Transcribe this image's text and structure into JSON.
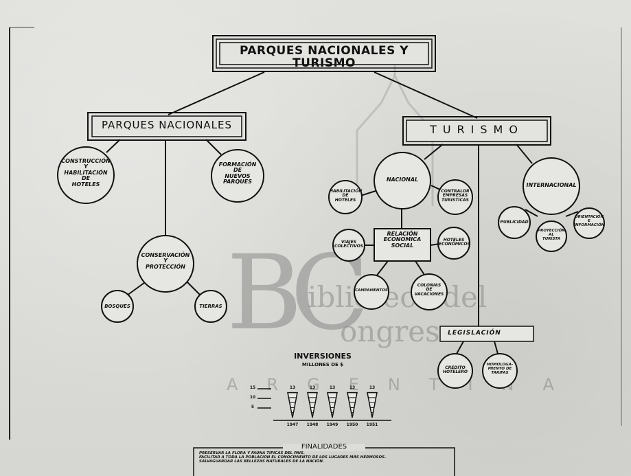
{
  "title": "PARQUES NACIONALES Y TURISMO",
  "parques": {
    "label": "PARQUES NACIONALES",
    "construccion": [
      "CONSTRUCCIÓN",
      "Y",
      "HABILITACIÓN",
      "DE",
      "HOTELES"
    ],
    "formacion": [
      "FORMACIÓN",
      "DE",
      "NUEVOS",
      "PARQUES"
    ],
    "conservacion": [
      "CONSERVACIÓN",
      "Y",
      "PROTECCIÓN"
    ],
    "bosques": "BOSQUES",
    "tierras": "TIERRAS"
  },
  "turismo": {
    "label": "TURISMO",
    "nacional": "NACIONAL",
    "internacional": "INTERNACIONAL",
    "habilitacion": [
      "HABILITACIÓN",
      "DE",
      "HOTELES"
    ],
    "contralor": [
      "CONTRALOR",
      "EMPRESAS",
      "TURISTICAS"
    ],
    "relacion": [
      "RELACIÓN",
      "ECONOMICA",
      "SOCIAL"
    ],
    "viajes": [
      "VIAJES",
      "COLECTIVOS"
    ],
    "hoteles_economicos": [
      "HOTELES",
      "ECONÓMICOS"
    ],
    "campamentos": "CAMPAMENTOS",
    "colonias": [
      "COLONIAS",
      "DE",
      "VACACIONES"
    ],
    "publicidad": "PUBLICIDAD",
    "proteccion_turista": [
      "PROTECCIÓN",
      "AL",
      "TURISTA"
    ],
    "orientacion": [
      "ORIENTACIÓN",
      "E",
      "INFORMACIÓN"
    ],
    "legislacion": "LEGISLACIÓN",
    "credito": [
      "CREDITO",
      "HOTELERO"
    ],
    "homologamiento": [
      "HOMOLOGA-",
      "MIENTO DE",
      "TARIFAS"
    ]
  },
  "inversiones": {
    "title": "INVERSIONES",
    "unit": "MILLONES DE $",
    "chart_data": {
      "type": "bar",
      "title": "INVERSIONES",
      "ylabel": "MILLONES DE $",
      "categories": [
        "1947",
        "1948",
        "1949",
        "1950",
        "1951"
      ],
      "values": [
        13,
        13,
        13,
        13,
        13
      ],
      "yticks": [
        "15",
        "10",
        "5"
      ],
      "ylim": [
        0,
        15
      ]
    }
  },
  "finalidades": {
    "title": "FINALIDADES",
    "lines": [
      "PRESERVAR LA FLORA Y FAUNA TIPICAS DEL PAIS.",
      "FACILITAR A TODA LA POBLACIÓN EL CONOCIMIENTO DE LOS LUGARES MÁS HERMOSOS.",
      "SALVAGUARDAR LAS BELLEZAS NATURALES DE LA NACIÓN."
    ]
  },
  "watermark": {
    "letters": "BC",
    "line1": "iblioteca del",
    "line2": "ongreso",
    "line3": "ARGENTINA"
  }
}
